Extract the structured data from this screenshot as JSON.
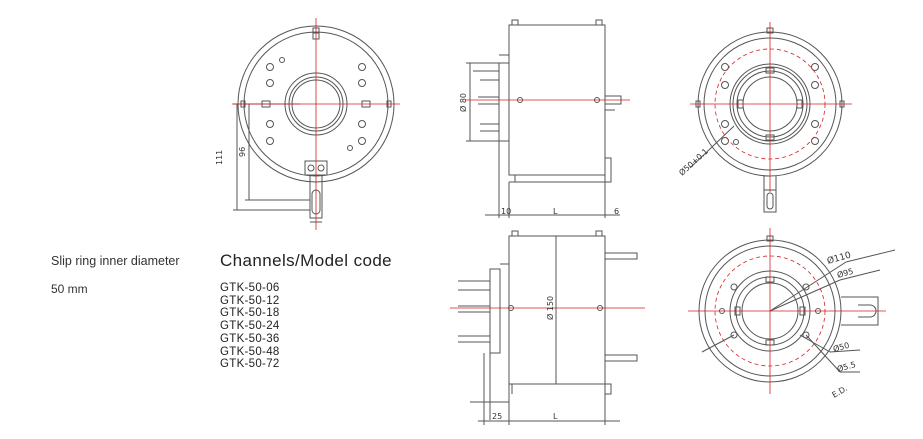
{
  "spec": {
    "inner_diameter_label": "Slip ring inner diameter",
    "inner_diameter_value": "50 mm",
    "channels_label": "Channels/Model code",
    "model_codes": [
      "GTK-50-06",
      "GTK-50-12",
      "GTK-50-18",
      "GTK-50-24",
      "GTK-50-36",
      "GTK-50-48",
      "GTK-50-72"
    ]
  },
  "dims": {
    "d111": "111",
    "d96": "96",
    "d80": "Ø 80",
    "d10": "10",
    "dL_top": "L",
    "d6": "6",
    "d150": "Ø 150",
    "d25": "25",
    "dL_bottom": "L",
    "d50tol": "Ø50+0.1",
    "d110": "Ø110",
    "d95": "Ø95",
    "d50": "Ø50",
    "d5": "Ø5.5",
    "ed": "E.D."
  },
  "colors": {
    "line": "#555555",
    "center": "#d22222",
    "text": "#222222"
  }
}
